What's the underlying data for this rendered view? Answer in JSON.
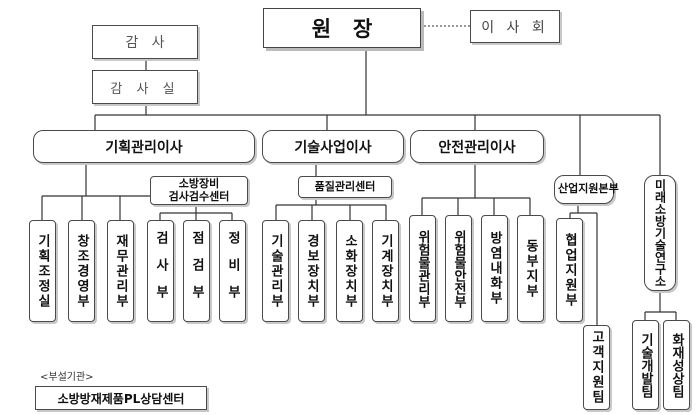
{
  "top": {
    "director": "원   장",
    "board": "이 사 회"
  },
  "audit": {
    "auditor": "감   사",
    "office": "감 사 실"
  },
  "divisions": {
    "planning": "기획관리이사",
    "technology": "기술사업이사",
    "safety": "안전관리이사",
    "industry": "산업지원본부",
    "research": "미래소방기술연구소"
  },
  "centers": {
    "equipment": "소방장비\n검사검수센터",
    "quality": "품질관리센터"
  },
  "depts": {
    "planning_coord": "기획조정실",
    "creative_mgmt": "창조경영부",
    "finance": "재무관리부",
    "inspection": "검사부",
    "check": "점검부",
    "maintenance": "정비부",
    "tech_mgmt": "기술관리부",
    "alarm": "경보장치부",
    "extinguish": "소화장치부",
    "mechanical": "기계장치부",
    "hazmat_mgmt": "위험물관리부",
    "hazmat_safety": "위험물안전부",
    "fireproof": "방염내화부",
    "east": "동부지부",
    "coop": "협업지원부",
    "customer": "고객지원팀",
    "tech_dev": "기술개발팀",
    "fire_test": "화재성상팀"
  },
  "affiliate": {
    "label": "<부설기관>",
    "name": "소방방재제품PL상담센터"
  }
}
